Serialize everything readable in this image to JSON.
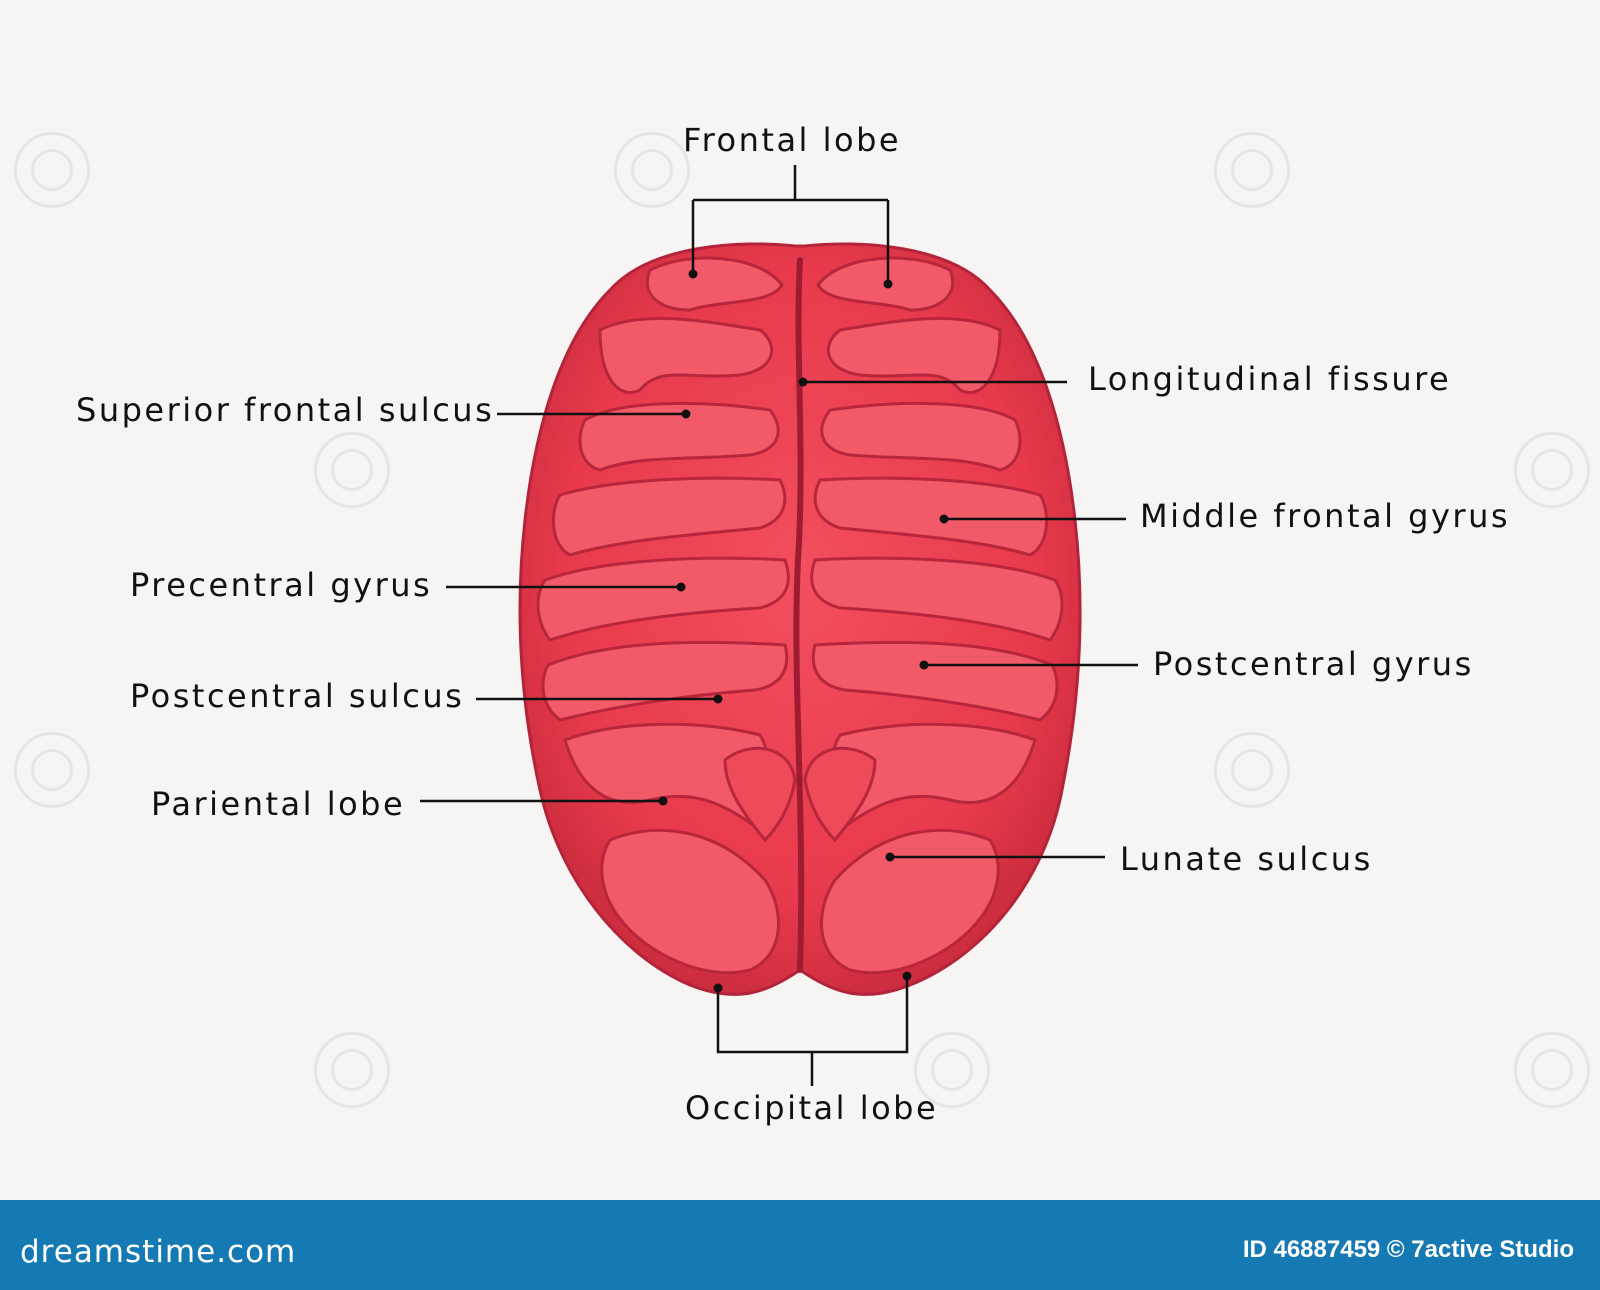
{
  "labels": {
    "frontal_lobe": "Frontal lobe",
    "longitudinal_fissure": "Longitudinal fissure",
    "superior_frontal_sulcus": "Superior frontal sulcus",
    "middle_frontal_gyrus": "Middle frontal gyrus",
    "precentral_gyrus": "Precentral gyrus",
    "postcentral_gyrus": "Postcentral gyrus",
    "postcentral_sulcus": "Postcentral sulcus",
    "pariental_lobe": "Pariental lobe",
    "lunate_sulcus": "Lunate sulcus",
    "occipital_lobe": "Occipital lobe"
  },
  "footer": {
    "logo": "dreamstime.com",
    "credit": "ID 46887459 © 7active Studio"
  },
  "colors": {
    "brain": "#ee3e50",
    "brain_shadow": "#c0243a",
    "brain_highlight": "#ff8a92",
    "footer": "#1579b4",
    "background": "#f6f5f3"
  }
}
